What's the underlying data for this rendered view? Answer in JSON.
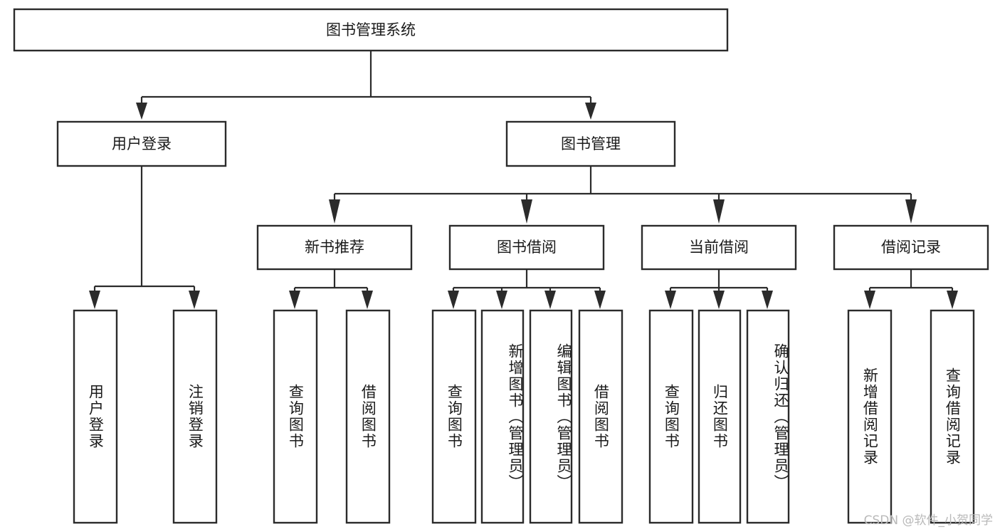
{
  "diagram": {
    "type": "tree-hierarchy",
    "title": "图书管理系统",
    "watermark": "CSDN @软件_小贺同学",
    "colors": {
      "box_stroke": "#2b2b2b",
      "box_fill": "#ffffff",
      "connector": "#2b2b2b",
      "text": "#1a1a1a",
      "watermark": "#b9b9b9",
      "background": "#ffffff"
    },
    "root": {
      "label": "图书管理系统"
    },
    "level2": [
      {
        "label": "用户登录"
      },
      {
        "label": "图书管理"
      }
    ],
    "level3": [
      {
        "label": "新书推荐"
      },
      {
        "label": "图书借阅"
      },
      {
        "label": "当前借阅"
      },
      {
        "label": "借阅记录"
      }
    ],
    "leaves": {
      "user_login": [
        {
          "label": "用户登录"
        },
        {
          "label": "注销登录"
        }
      ],
      "new_book_recommend": [
        {
          "label": "查询图书"
        },
        {
          "label": "借阅图书"
        }
      ],
      "book_borrow": [
        {
          "label": "查询图书"
        },
        {
          "label": "新增图书（管理员）"
        },
        {
          "label": "编辑图书（管理员）"
        },
        {
          "label": "借阅图书"
        }
      ],
      "current_borrow": [
        {
          "label": "查询图书"
        },
        {
          "label": "归还图书"
        },
        {
          "label": "确认归还（管理员）"
        }
      ],
      "borrow_records": [
        {
          "label": "新增借阅记录"
        },
        {
          "label": "查询借阅记录"
        }
      ]
    }
  }
}
